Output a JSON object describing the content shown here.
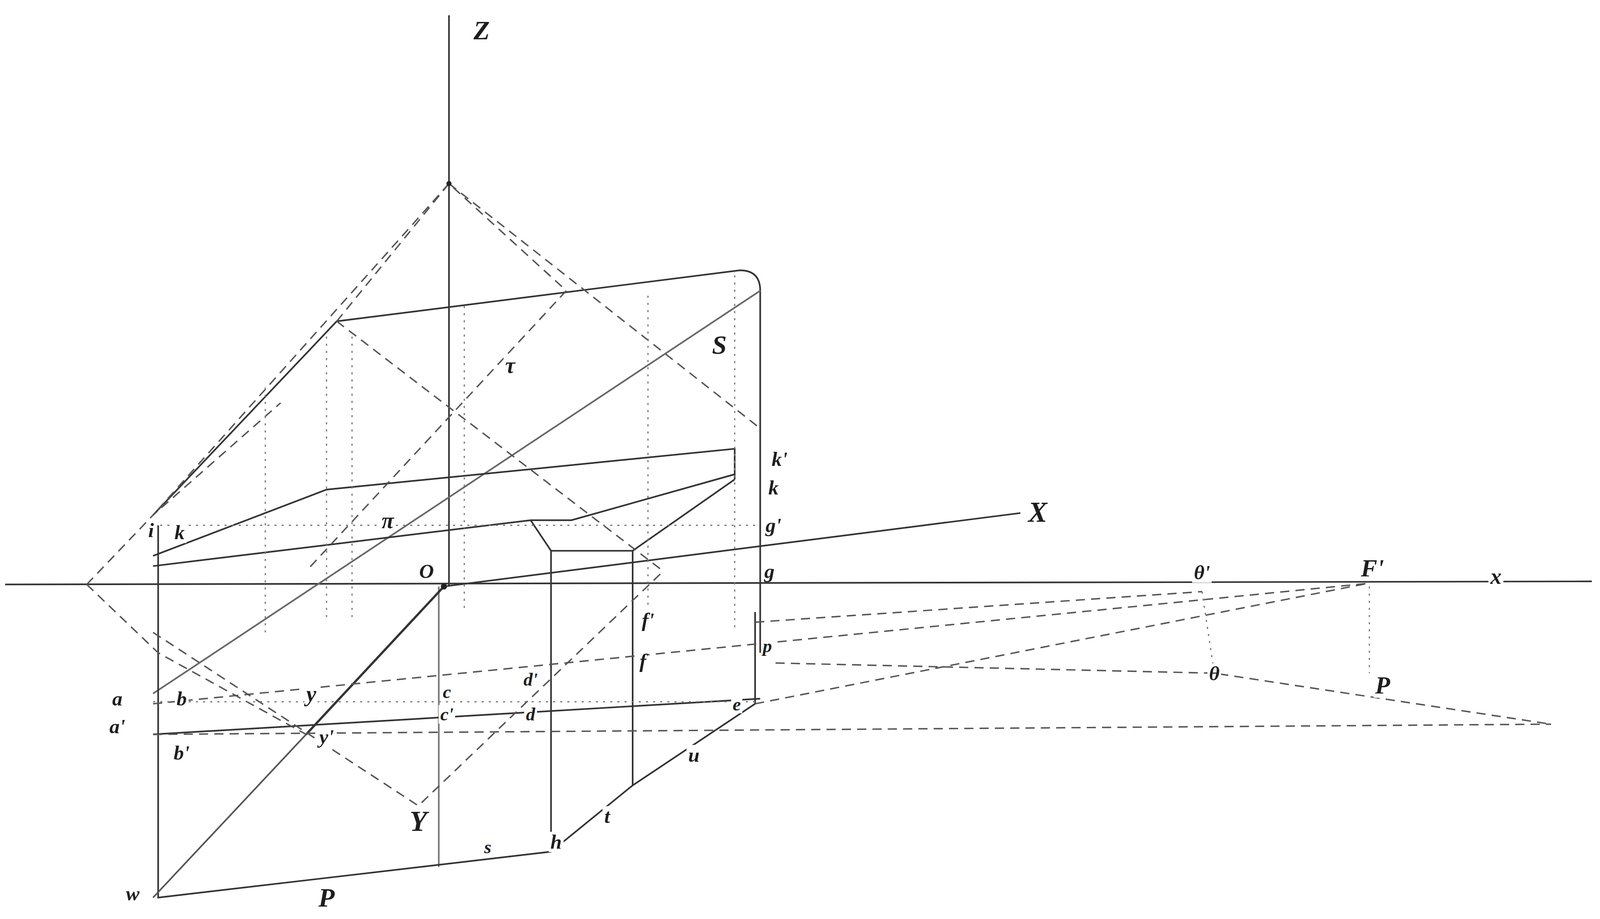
{
  "diagram": {
    "labels": [
      "Z",
      "τ",
      "S",
      "k'",
      "k",
      "g'",
      "g",
      "X",
      "x",
      "F'",
      "θ'",
      "θ",
      "P",
      "π",
      "O",
      "i",
      "k",
      "a",
      "a'",
      "b",
      "b'",
      "y",
      "y'",
      "c",
      "c'",
      "d'",
      "d",
      "f'",
      "f",
      "p",
      "e",
      "Y",
      "u",
      "t",
      "h",
      "s",
      "P",
      "w"
    ]
  }
}
